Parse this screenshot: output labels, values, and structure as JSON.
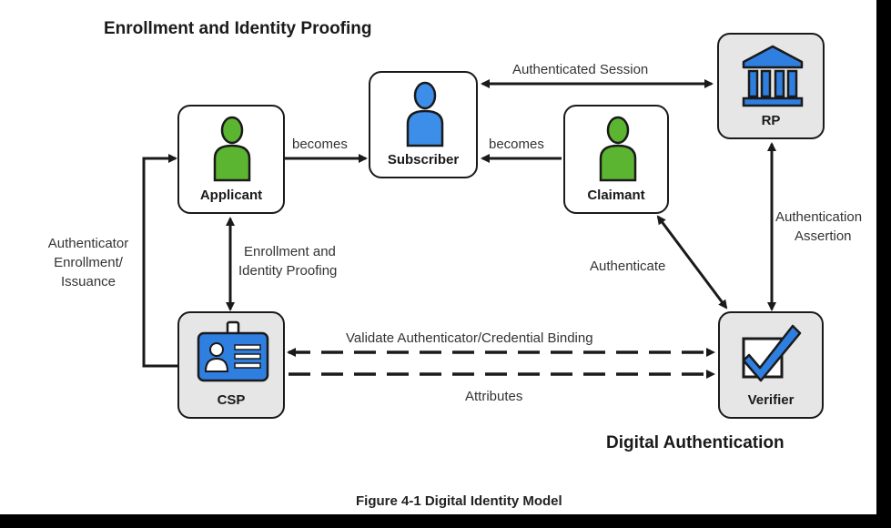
{
  "titles": {
    "enrollment": "Enrollment and Identity Proofing",
    "digital_authentication": "Digital Authentication",
    "caption": "Figure 4-1 Digital Identity Model"
  },
  "nodes": {
    "applicant": "Applicant",
    "subscriber": "Subscriber",
    "claimant": "Claimant",
    "rp": "RP",
    "csp": "CSP",
    "verifier": "Verifier"
  },
  "edges": {
    "authenticated_session": "Authenticated Session",
    "becomes_left": "becomes",
    "becomes_right": "becomes",
    "enrollment_proofing_1": "Enrollment and",
    "enrollment_proofing_2": "Identity Proofing",
    "authenticator_1": "Authenticator",
    "authenticator_2": "Enrollment/",
    "authenticator_3": "Issuance",
    "authentication_assertion_1": "Authentication",
    "authentication_assertion_2": "Assertion",
    "authenticate": "Authenticate",
    "validate_binding": "Validate Authenticator/Credential Binding",
    "attributes": "Attributes"
  },
  "colors": {
    "person_green": "#5cb531",
    "person_blue": "#3d8ee8",
    "icon_blue": "#2f7fe0",
    "node_gray": "#e6e6e6"
  }
}
